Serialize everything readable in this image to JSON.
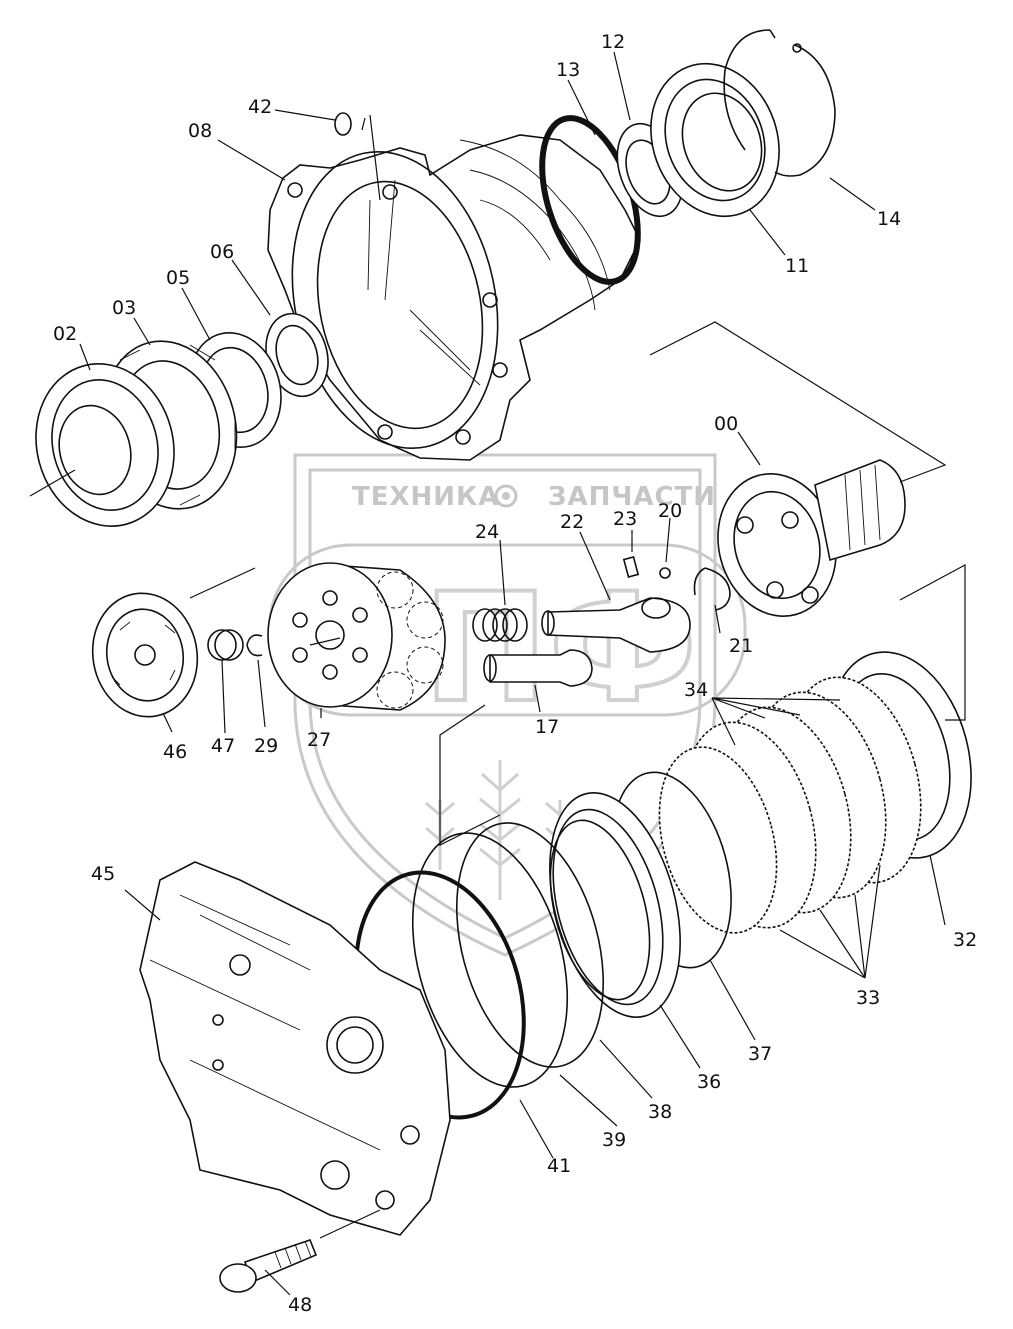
{
  "watermark": {
    "text_left": "ТЕХНИКА",
    "text_right": "ЗАПЧАСТИ",
    "logo_letters": "ЭПФ"
  },
  "part_labels": {
    "p00": "00",
    "p02": "02",
    "p03": "03",
    "p05": "05",
    "p06": "06",
    "p08": "08",
    "p11": "11",
    "p12": "12",
    "p13": "13",
    "p14": "14",
    "p17": "17",
    "p20": "20",
    "p21": "21",
    "p22": "22",
    "p23": "23",
    "p24": "24",
    "p27": "27",
    "p29": "29",
    "p32": "32",
    "p33": "33",
    "p34": "34",
    "p36": "36",
    "p37": "37",
    "p38": "38",
    "p39": "39",
    "p41": "41",
    "p42": "42",
    "p45": "45",
    "p46": "46",
    "p47": "47",
    "p48": "48"
  }
}
